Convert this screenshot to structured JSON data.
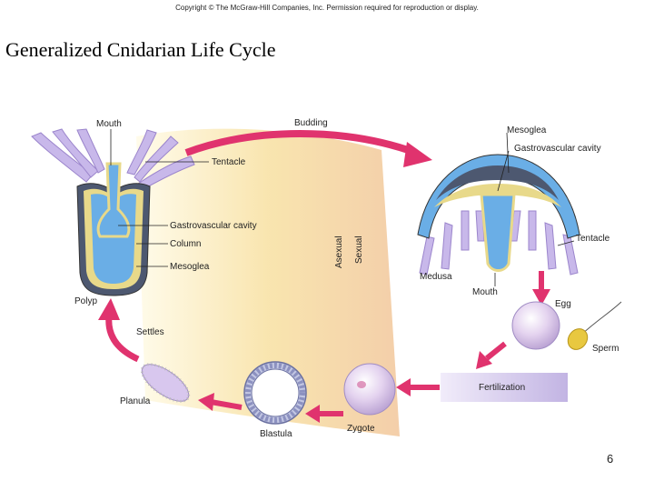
{
  "header": {
    "copyright": "Copyright © The McGraw-Hill Companies, Inc. Permission required for reproduction or display.",
    "title": "Generalized Cnidarian Life Cycle"
  },
  "diagram": {
    "labels": {
      "budding": "Budding",
      "mouth_polyp": "Mouth",
      "tentacle_polyp": "Tentacle",
      "gastrovascular_polyp": "Gastrovascular cavity",
      "column": "Column",
      "mesoglea_polyp": "Mesoglea",
      "polyp": "Polyp",
      "asexual": "Asexual",
      "sexual": "Sexual",
      "mesoglea_medusa": "Mesoglea",
      "gastrovascular_medusa": "Gastrovascular cavity",
      "tentacle_medusa": "Tentacle",
      "medusa": "Medusa",
      "mouth_medusa": "Mouth",
      "egg": "Egg",
      "sperm": "Sperm",
      "fertilization": "Fertilization",
      "zygote": "Zygote",
      "blastula": "Blastula",
      "planula": "Planula",
      "settles": "Settles"
    }
  },
  "footer": {
    "page_number": "6"
  },
  "colors": {
    "arrow": "#e0336e",
    "background_band": "#f9e4a8",
    "polyp_body": "#6aaee6",
    "tentacle": "#b9a8e0",
    "fertilization_box": "#cbbfe6",
    "egg": "#d9c6ea",
    "sperm": "#e8c840"
  }
}
